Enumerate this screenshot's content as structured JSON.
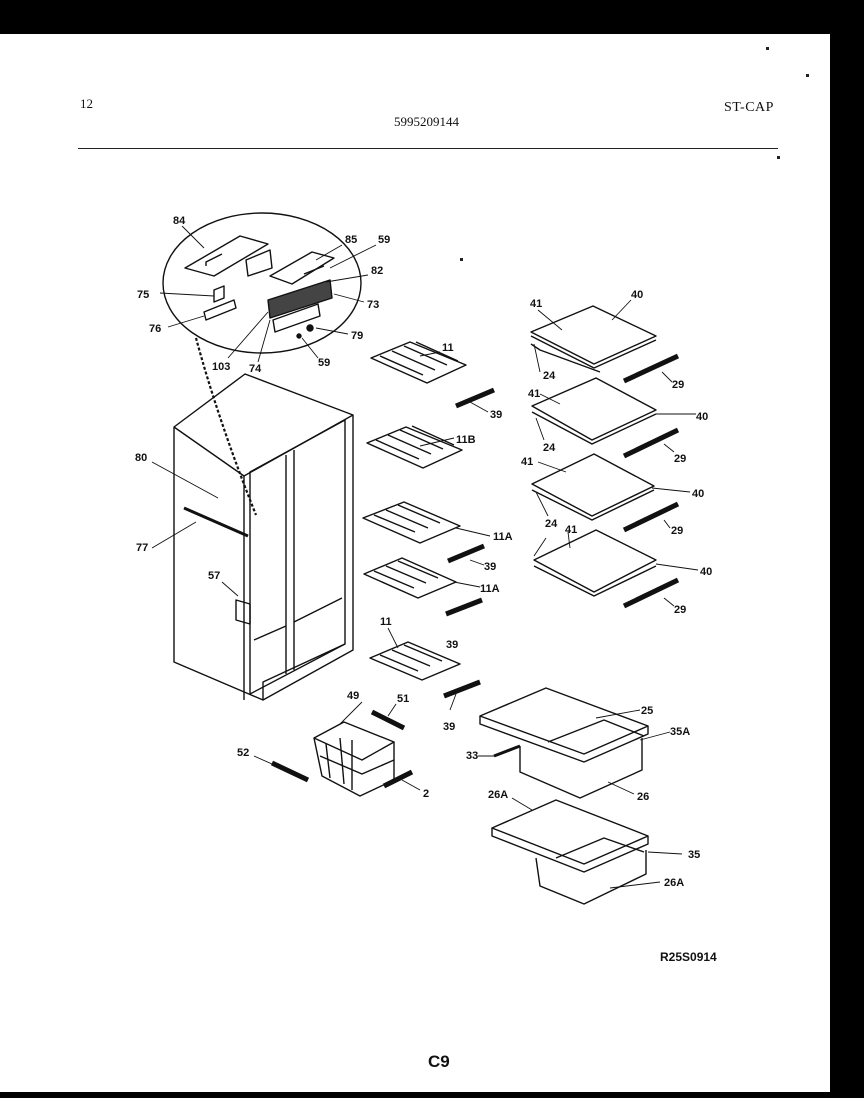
{
  "header": {
    "page_number": "12",
    "part_number": "5995209144",
    "model_code": "ST-CAP"
  },
  "diagram": {
    "callouts": {
      "c84": "84",
      "c85": "85",
      "c59a": "59",
      "c82": "82",
      "c75": "75",
      "c73": "73",
      "c76": "76",
      "c79": "79",
      "c103": "103",
      "c74": "74",
      "c59b": "59",
      "c11a": "11",
      "c39a": "39",
      "c11b": "11B",
      "c80": "80",
      "c77": "77",
      "c11Aa": "11A",
      "c39b": "39",
      "c11Ab": "11A",
      "c57": "57",
      "c39c": "39",
      "c11c": "11",
      "c49": "49",
      "c51": "51",
      "c39d": "39",
      "c52": "52",
      "c2": "2",
      "c41a": "41",
      "c40a": "40",
      "c24a": "24",
      "c29a": "29",
      "c41b": "41",
      "c40b": "40",
      "c24b": "24",
      "c29b": "29",
      "c41c": "41",
      "c40c": "40",
      "c24c": "24",
      "c29c": "29",
      "c41d": "41",
      "c40d": "40",
      "c29d": "29",
      "c25": "25",
      "c35A": "35A",
      "c33": "33",
      "c26": "26",
      "c26A1": "26A",
      "c35": "35",
      "c26A2": "26A"
    }
  },
  "footer": {
    "diagram_ref": "R25S0914",
    "page_code": "C9"
  }
}
